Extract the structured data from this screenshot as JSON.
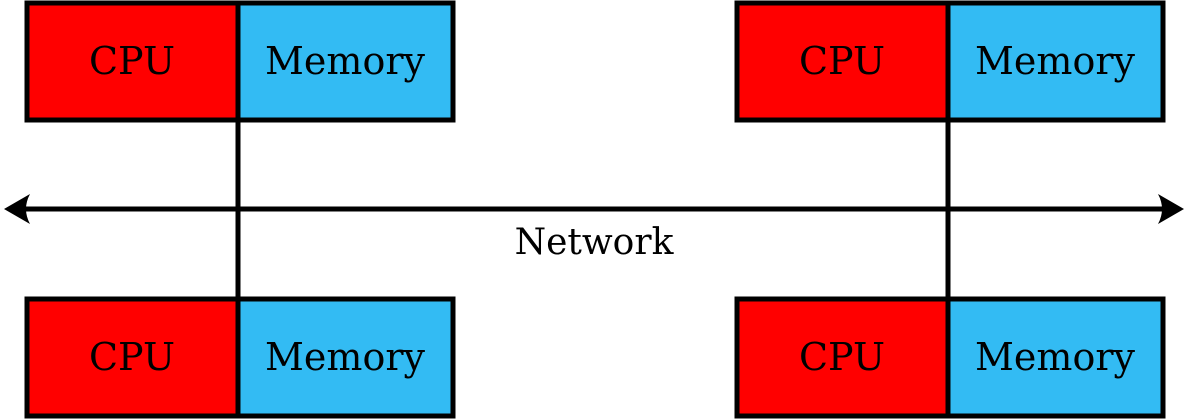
{
  "network": {
    "label": "Network"
  },
  "nodes": [
    {
      "cpu_label": "CPU",
      "memory_label": "Memory"
    },
    {
      "cpu_label": "CPU",
      "memory_label": "Memory"
    },
    {
      "cpu_label": "CPU",
      "memory_label": "Memory"
    },
    {
      "cpu_label": "CPU",
      "memory_label": "Memory"
    }
  ],
  "colors": {
    "cpu": "#ff0000",
    "memory": "#33bbf3",
    "line": "#000000"
  }
}
